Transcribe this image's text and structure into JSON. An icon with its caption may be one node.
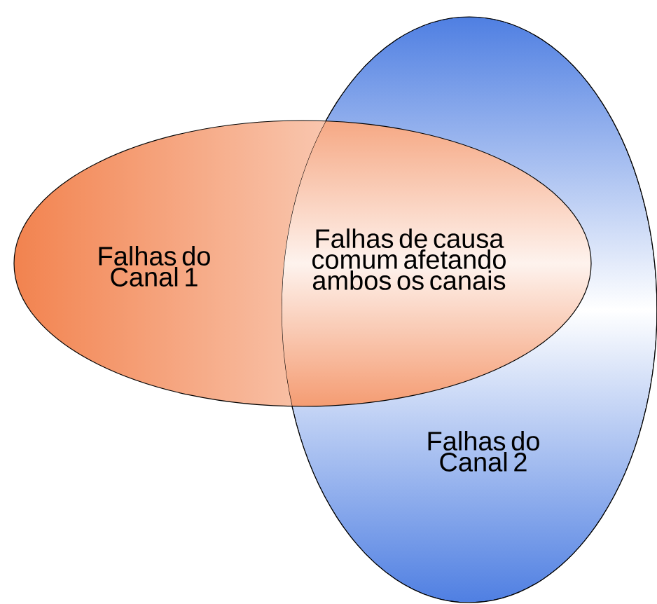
{
  "diagram": {
    "nodes": [
      {
        "text": [
          "Falhas do Canal 1"
        ]
      },
      {
        "text": [
          "Falhas do Canal 2"
        ]
      }
    ],
    "labels": [
      "Falhas de causa comum afetando ambos os canais"
    ]
  }
}
